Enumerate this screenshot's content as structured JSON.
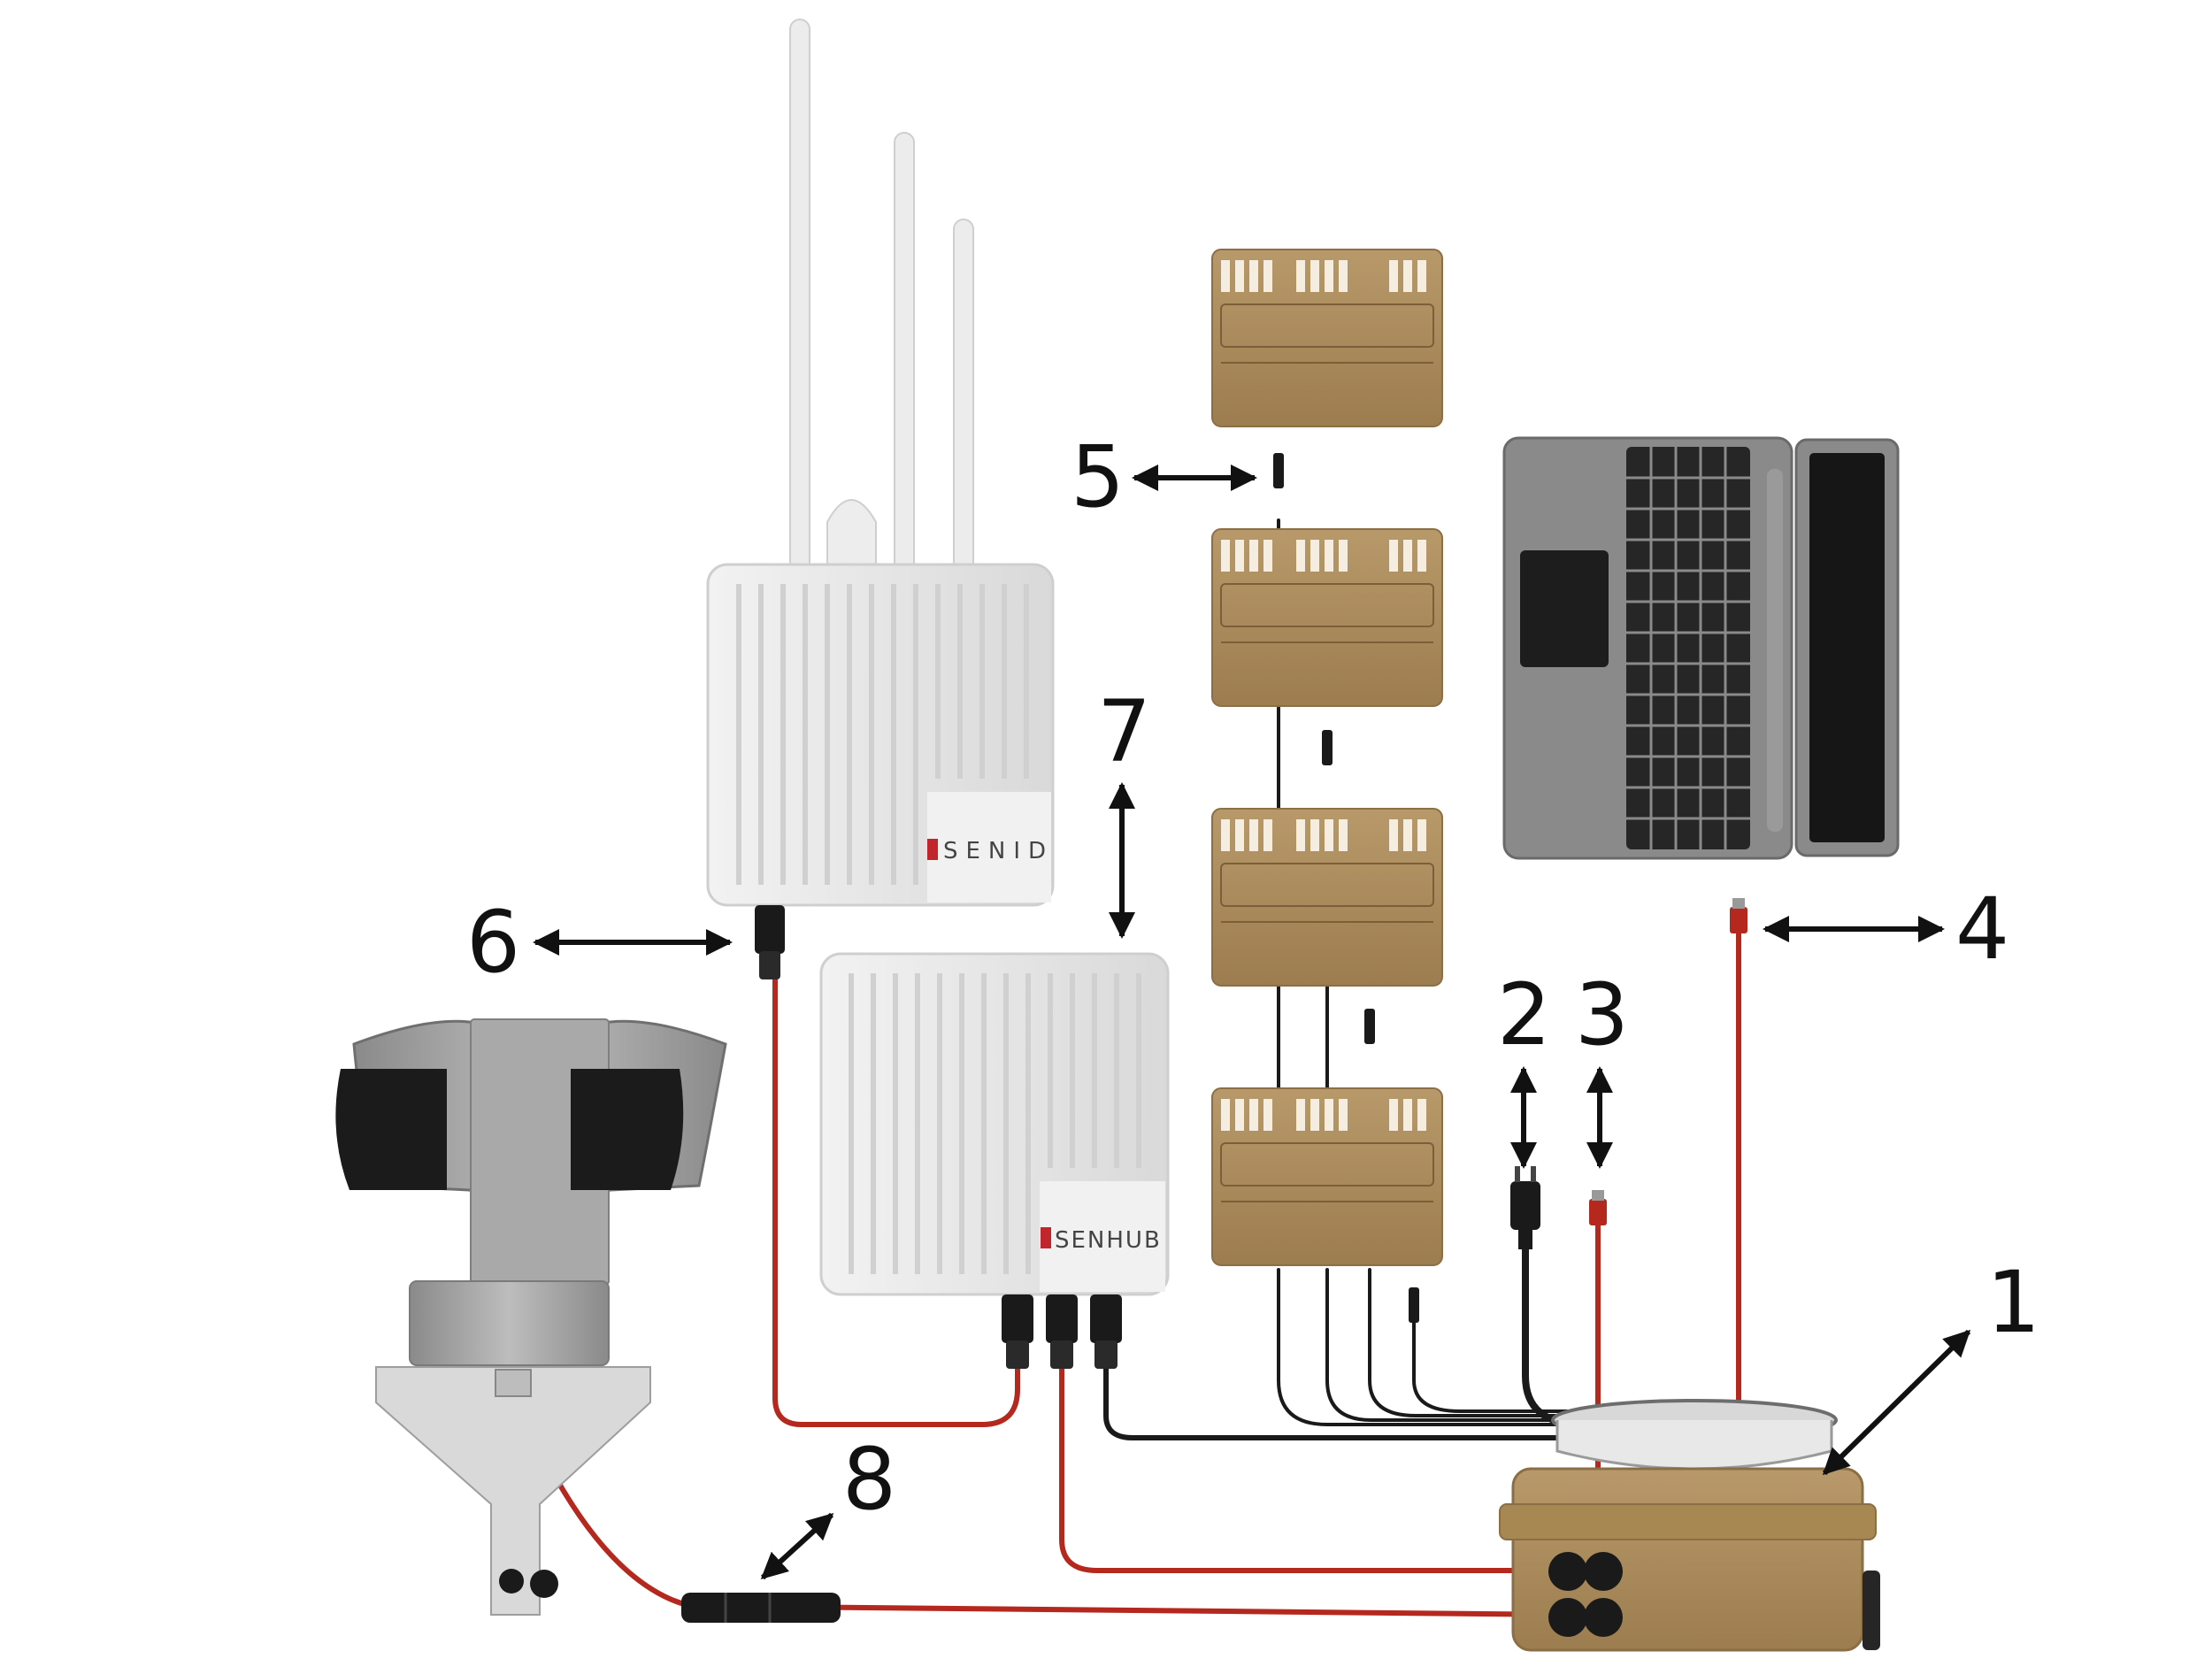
{
  "labels": {
    "n1": "1",
    "n2": "2",
    "n3": "3",
    "n4": "4",
    "n5": "5",
    "n6": "6",
    "n7": "7",
    "n8": "8"
  },
  "brands": {
    "gateway": "SENID",
    "hub": "SENHUB"
  },
  "colors": {
    "device_white": "#e6e6e6",
    "sensor_tan": "#a8875a",
    "enclosure_tan": "#b39058",
    "cable_red": "#b5281e",
    "cable_black": "#1a1a1a",
    "laptop_gray": "#7a7a7a",
    "camera_gray": "#9a9a9a",
    "logo_red": "#c0262b"
  },
  "components": [
    {
      "id": "gateway",
      "icon": "antenna-gateway-icon"
    },
    {
      "id": "hub",
      "icon": "hub-box-icon"
    },
    {
      "id": "sensor-modules",
      "icon": "sensor-module-icon",
      "count": 4
    },
    {
      "id": "laptop",
      "icon": "laptop-icon"
    },
    {
      "id": "ptz-camera",
      "icon": "ptz-camera-icon"
    },
    {
      "id": "power-enclosure",
      "icon": "enclosure-icon"
    }
  ]
}
